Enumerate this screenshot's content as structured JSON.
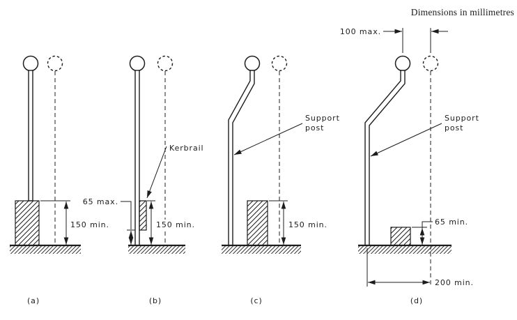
{
  "note": "Dimensions in millimetres",
  "figures": {
    "a": {
      "label": "(a)",
      "dim_kerb_height": "150 min."
    },
    "b": {
      "label": "(b)",
      "kerbrail_label": "Kerbrail",
      "dim_gap": "65 max.",
      "dim_kerb_height": "150 min."
    },
    "c": {
      "label": "(c)",
      "support_post_label": {
        "line1": "Support",
        "line2": "post"
      },
      "dim_kerb_height": "150 min."
    },
    "d": {
      "label": "(d)",
      "support_post_label": {
        "line1": "Support",
        "line2": "post"
      },
      "dim_handrail_offset": "100 max.",
      "dim_kerb_height": "65 min.",
      "dim_post_offset": "200 min."
    }
  },
  "colors": {
    "ink": "#1c1c1c",
    "background": "#ffffff"
  }
}
